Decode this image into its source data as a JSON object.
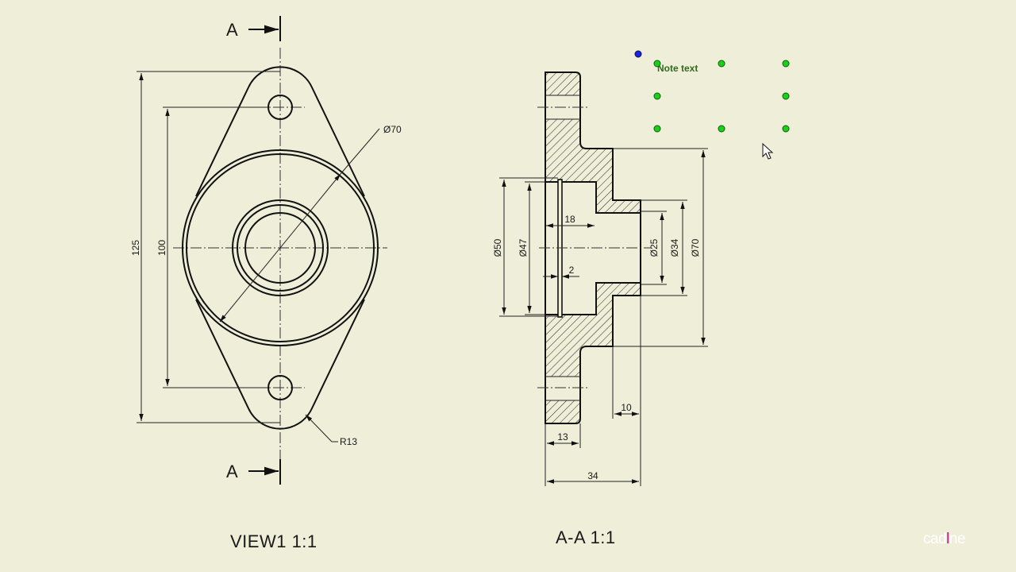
{
  "drawing": {
    "section_labels": {
      "top": "A",
      "bottom": "A"
    },
    "view1": {
      "title": "VIEW1 1:1",
      "dims": {
        "height_overall": "125",
        "hole_spacing": "100",
        "diameter": "Ø70",
        "radius": "R13"
      }
    },
    "section": {
      "title": "A-A 1:1",
      "dims": {
        "d50": "Ø50",
        "d47": "Ø47",
        "d25": "Ø25",
        "d34": "Ø34",
        "d70": "Ø70",
        "bore_depth": "18",
        "groove": "2",
        "boss_len": "10",
        "flange_thk": "13",
        "overall_len": "34"
      }
    },
    "annotation": {
      "note_text": "Note text"
    }
  },
  "brand": {
    "part1": "cad",
    "part2": "l",
    "part3": "ne"
  },
  "colors": {
    "background": "#efeed9",
    "grip": "#19d119",
    "grip_base": "#1a25d6",
    "note": "#2e6b1c",
    "brand_accent": "#c2187a"
  },
  "icons": {
    "cursor": "arrow-cursor-icon",
    "arrow": "section-arrow-icon"
  }
}
